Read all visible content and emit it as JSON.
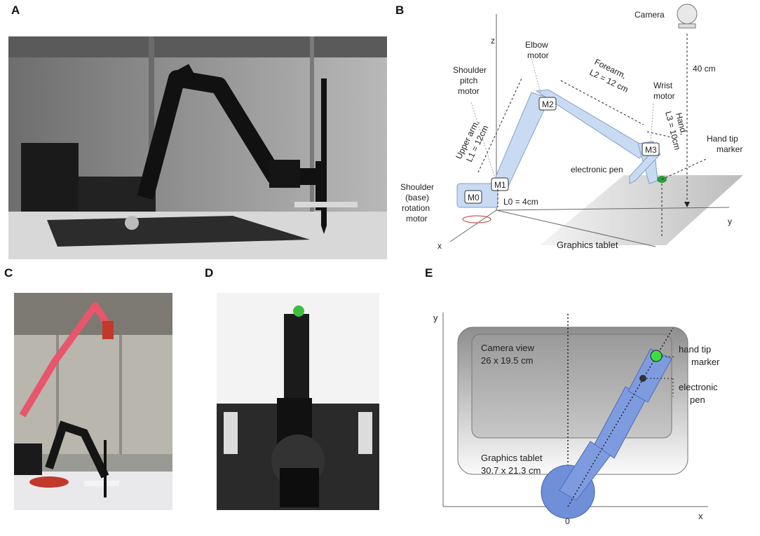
{
  "panels": {
    "a": "A",
    "b": "B",
    "c": "C",
    "d": "D",
    "e": "E"
  },
  "diagram_b": {
    "camera": "Camera",
    "height": "40 cm",
    "axis_z": "z",
    "axis_y": "y",
    "axis_x": "x",
    "elbow_line1": "Elbow",
    "elbow_line2": "motor",
    "shoulder_pitch_line1": "Shoulder",
    "shoulder_pitch_line2": "pitch",
    "shoulder_pitch_line3": "motor",
    "forearm_line1": "Forearm,",
    "forearm_line2": "L2 = 12 cm",
    "wrist_line1": "Wrist",
    "wrist_line2": "motor",
    "upper_arm_line1": "Upper arm,",
    "upper_arm_line2": "L1 = 12cm",
    "hand_line1": "Hand,",
    "hand_line2": "L3 = 10cm",
    "hand_tip_line1": "Hand tip",
    "hand_tip_line2": "marker",
    "m0": "M0",
    "m1": "M1",
    "m2": "M2",
    "m3": "M3",
    "electronic_pen": "electronic pen",
    "base_line1": "Shoulder",
    "base_line2": "(base)",
    "base_line3": "rotation",
    "base_line4": "motor",
    "l0": "L0 = 4cm",
    "tablet": "Graphics tablet"
  },
  "diagram_e": {
    "axis_y": "y",
    "axis_x": "x",
    "origin": "0",
    "camera_view_line1": "Camera view",
    "camera_view_line2": "26 x 19.5 cm",
    "tablet_line1": "Graphics tablet",
    "tablet_line2": "30.7 x 21.3 cm",
    "marker_line1": "hand tip",
    "marker_line2": "marker",
    "pen_line1": "electronic",
    "pen_line2": "pen"
  },
  "colors": {
    "arm_fill": "#c9dbf2",
    "arm_stroke": "#7f9fcf",
    "marker_green": "#2f9e3a",
    "robot_pink": "#e8566b",
    "arm_blue_e": "#6f8fd8"
  }
}
